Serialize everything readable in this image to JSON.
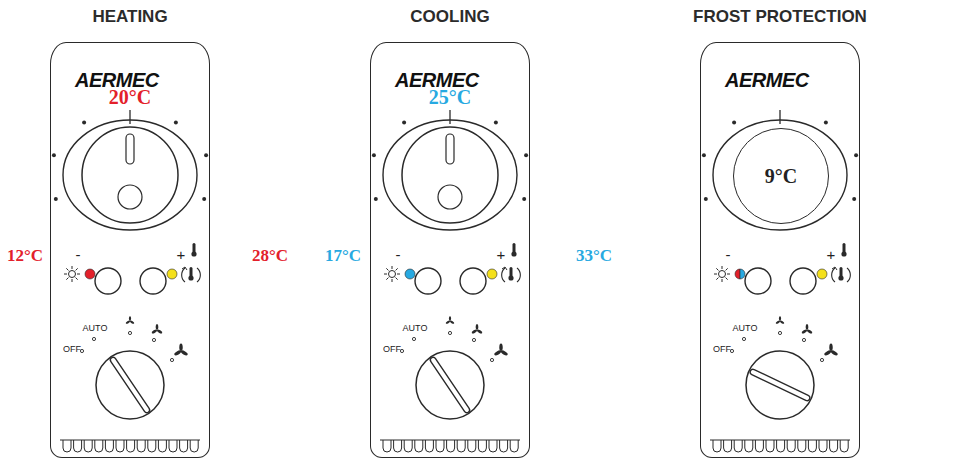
{
  "diagram": {
    "nodes": [
      {
        "text": [
          "HEATING",
          "AERMEC"
        ]
      },
      {
        "text": [
          "COOLING",
          "AERMEC"
        ]
      },
      {
        "text": [
          "FROST PROTECTION",
          "AERMEC"
        ]
      },
      {
        "text": [
          "9°C"
        ],
        "in": 2
      }
    ],
    "labels": [
      "20°C",
      "12°C",
      "28°C",
      "-",
      "+",
      "AUTO",
      "OFF",
      "25°C",
      "17°C",
      "33°C",
      "-",
      "+",
      "AUTO",
      "OFF",
      "-",
      "+",
      "AUTO",
      "OFF"
    ]
  }
}
